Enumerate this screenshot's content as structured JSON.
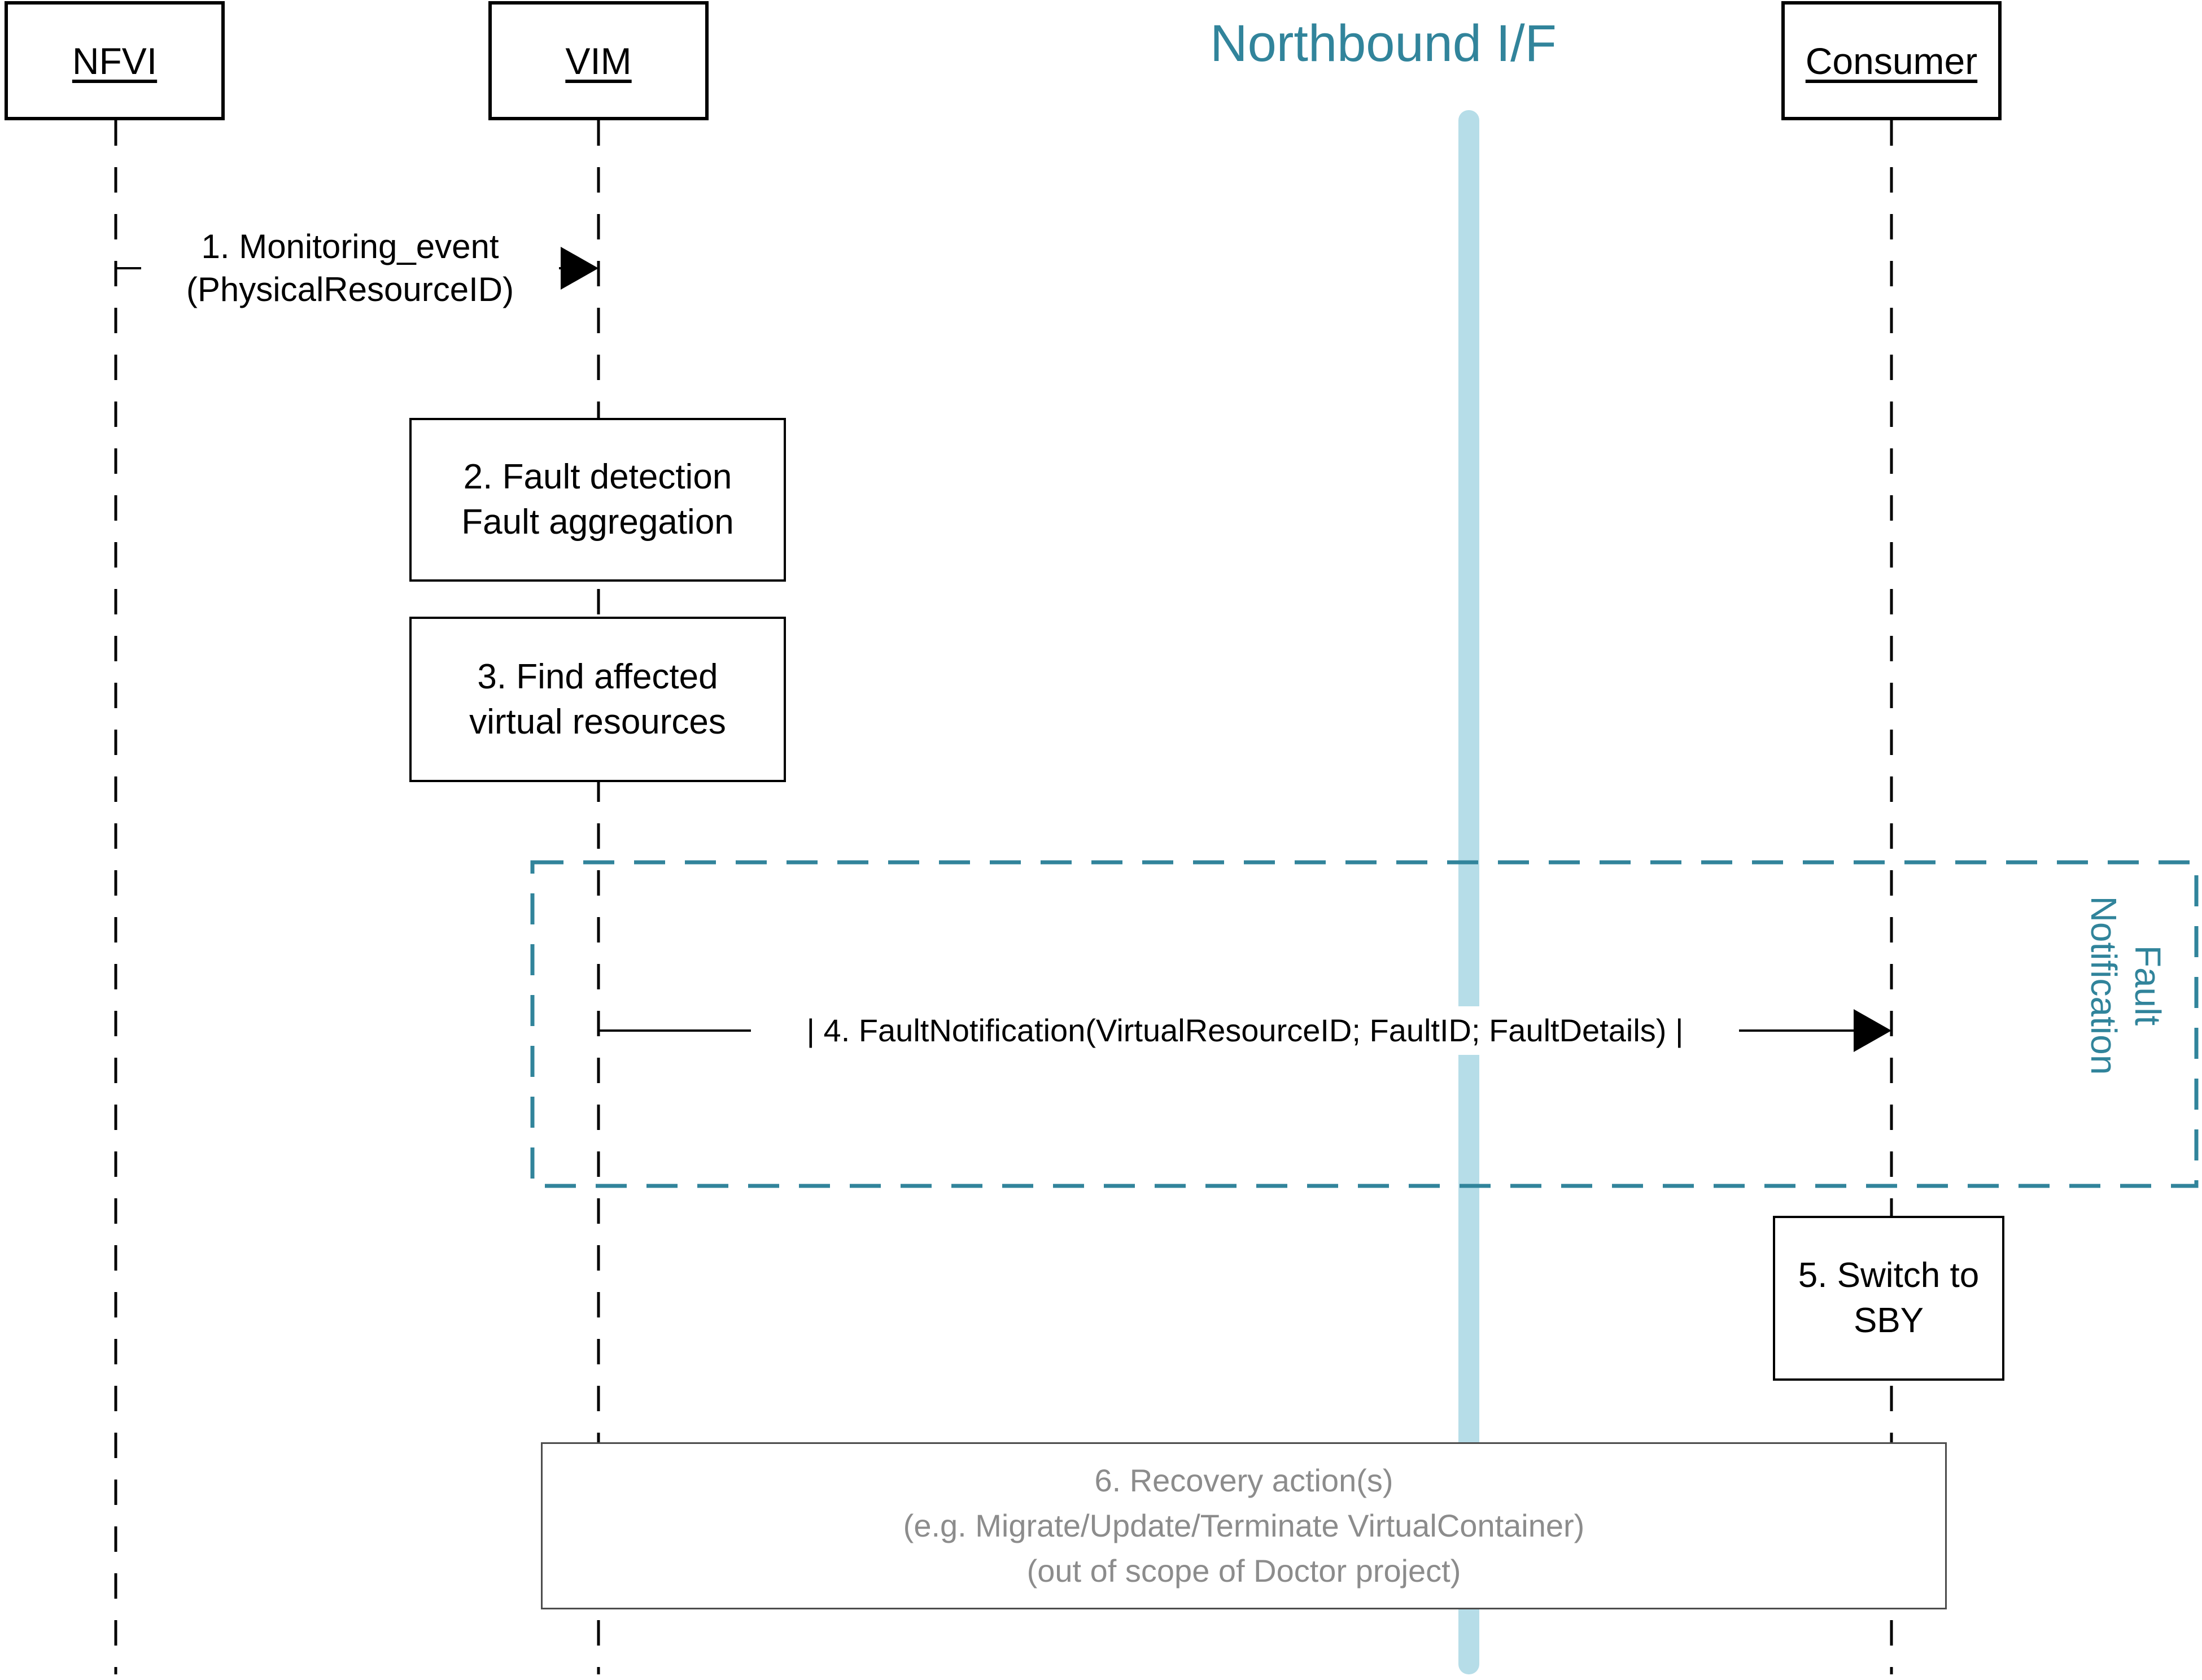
{
  "title": "Northbound I/F",
  "actors": {
    "nfvi": "NFVI",
    "vim": "VIM",
    "consumer": "Consumer"
  },
  "messages": {
    "m1": {
      "line1": "1. Monitoring_event",
      "line2": "(PhysicalResourceID)"
    },
    "m4": {
      "text": "| 4. FaultNotification(VirtualResourceID; FaultID; FaultDetails) |"
    }
  },
  "boxes": {
    "b2": {
      "line1": "2. Fault detection",
      "line2": "Fault aggregation"
    },
    "b3": {
      "line1": "3. Find affected",
      "line2": "virtual resources"
    },
    "b5": {
      "line1": "5. Switch to",
      "line2": "SBY"
    },
    "b6": {
      "line1": "6. Recovery action(s)",
      "line2": "(e.g. Migrate/Update/Terminate VirtualContainer)",
      "line3": "(out of scope of Doctor project)"
    }
  },
  "group": {
    "label_line1": "Fault",
    "label_line2": "Notification"
  },
  "colors": {
    "teal": "#31849B",
    "bar_fill": "#B6DDE8",
    "gray_text": "#8C8C8C",
    "line_black": "#000000"
  }
}
